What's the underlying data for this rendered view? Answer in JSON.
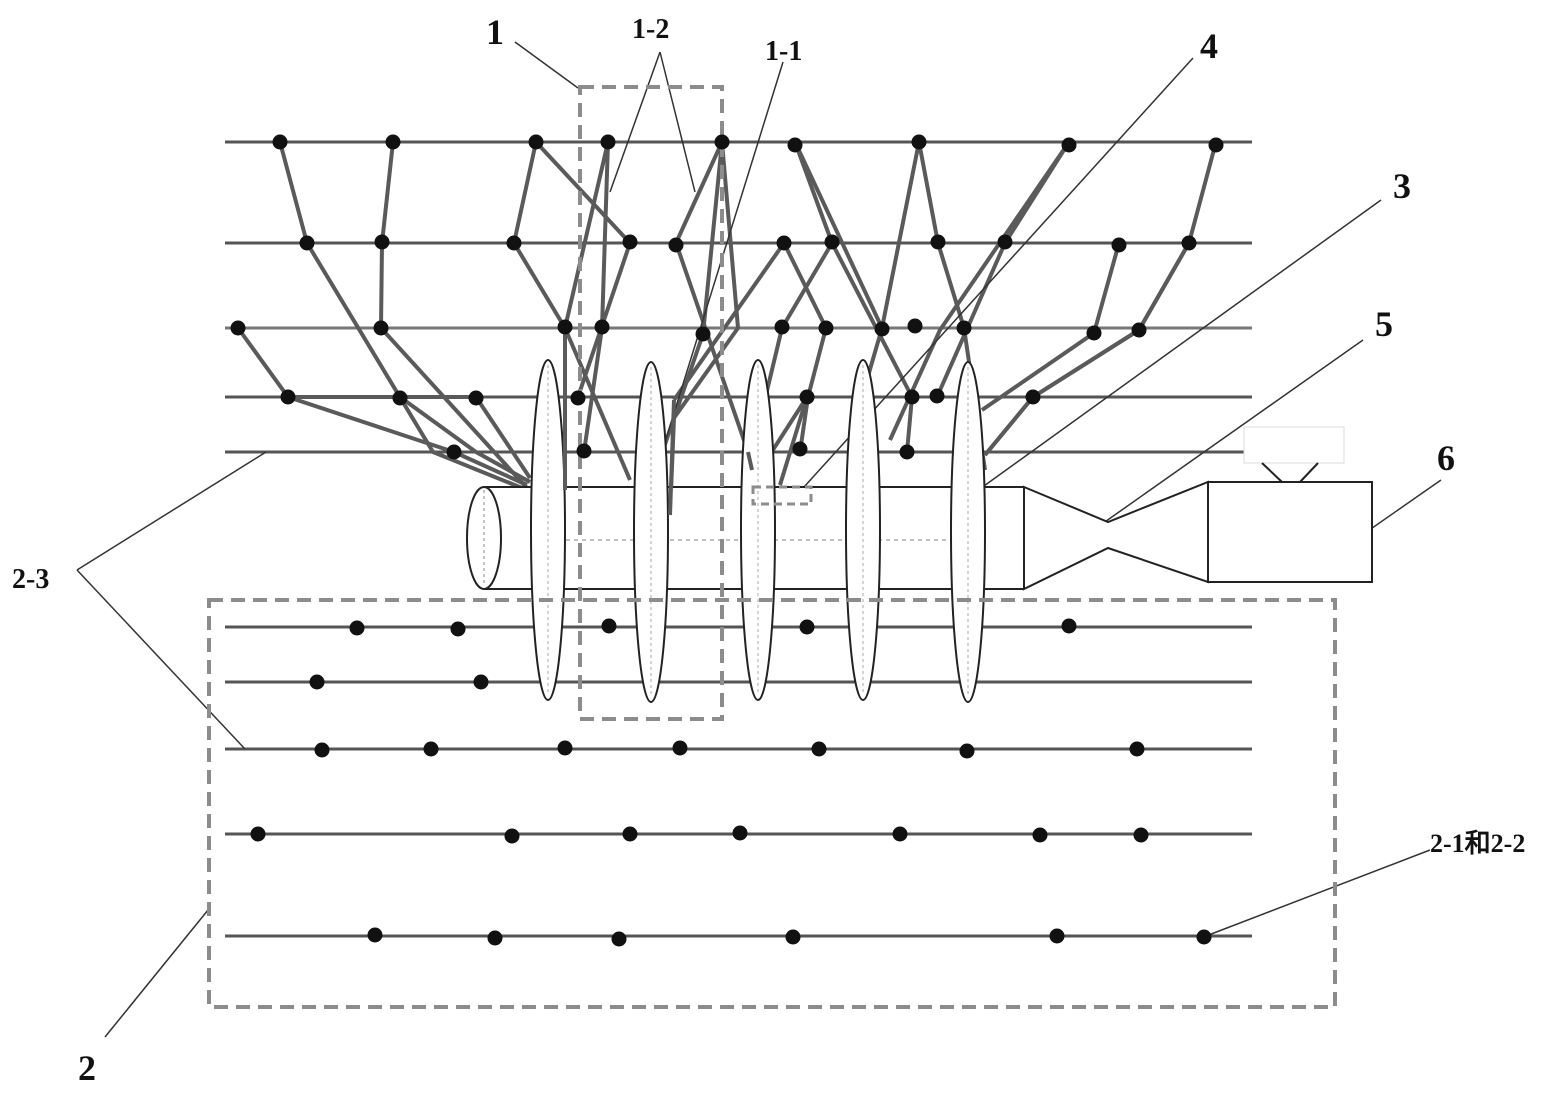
{
  "diagram": {
    "colors": {
      "line": "#555555",
      "link": "#5a5a5a",
      "node": "#111111",
      "dashed": "#8c8c8c",
      "leader": "#333333",
      "outline": "#222222"
    },
    "labels": {
      "label_1": "1",
      "label_1_1": "1-1",
      "label_1_2": "1-2",
      "label_2": "2",
      "label_2_3": "2-3",
      "label_2_1_2_2": "2-1和2-2",
      "label_3": "3",
      "label_4": "4",
      "label_5": "5",
      "label_6": "6"
    }
  }
}
